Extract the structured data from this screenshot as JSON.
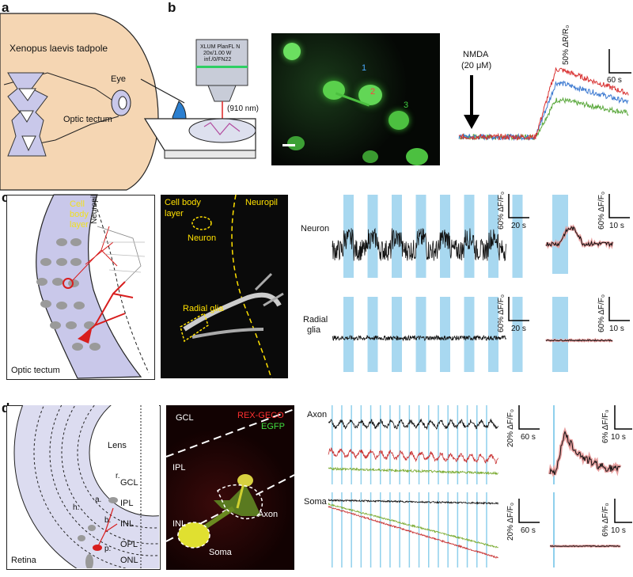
{
  "panels": {
    "a": {
      "label": "a",
      "organism": "Xenopus laevis tadpole",
      "eye": "Eye",
      "tectum": "Optic tectum"
    },
    "b": {
      "label": "b",
      "objective": [
        "XLUM PlanFL N",
        "20x/1.00 W",
        "inf./0/FN22"
      ],
      "wavelength": "(910 nm)",
      "cells": [
        "1",
        "2",
        "3"
      ],
      "drug": "NMDA",
      "conc": "(20 μM)",
      "scale_y": "50% ΔR/R₀",
      "scale_x": "60 s"
    },
    "c": {
      "label": "c",
      "schem_cbl": [
        "Cell",
        "body",
        "layer"
      ],
      "schem_neuropil": "Neuropil",
      "schem_tectum": "Optic tectum",
      "img_cbl": [
        "Cell body",
        "layer"
      ],
      "img_neuropil": "Neuropil",
      "img_neuron": "Neuron",
      "img_radial": "Radial glia",
      "row1": "Neuron",
      "row2": [
        "Radial",
        "glia"
      ],
      "scale_y": "60% ΔF/F₀",
      "scale_x1": "20 s",
      "scale_x2": "10 s"
    },
    "d": {
      "label": "d",
      "lens": "Lens",
      "layers": [
        "GCL",
        "IPL",
        "INL",
        "OPL",
        "ONL"
      ],
      "cells": [
        "r.",
        "a.",
        "h.",
        "b.",
        "p."
      ],
      "retina": "Retina",
      "img_gcl": "GCL",
      "img_ipl": "IPL",
      "img_inl": "INL",
      "img_axon": "Axon",
      "img_soma": "Soma",
      "red_sensor": "REX-GECO",
      "green_sensor": "EGFP",
      "row1": "Axon",
      "row2": "Soma",
      "scale_y1": "20% ΔF/F₀",
      "scale_y2": "6% ΔF/F₀",
      "scale_x1": "60 s",
      "scale_x2": "10 s"
    }
  }
}
